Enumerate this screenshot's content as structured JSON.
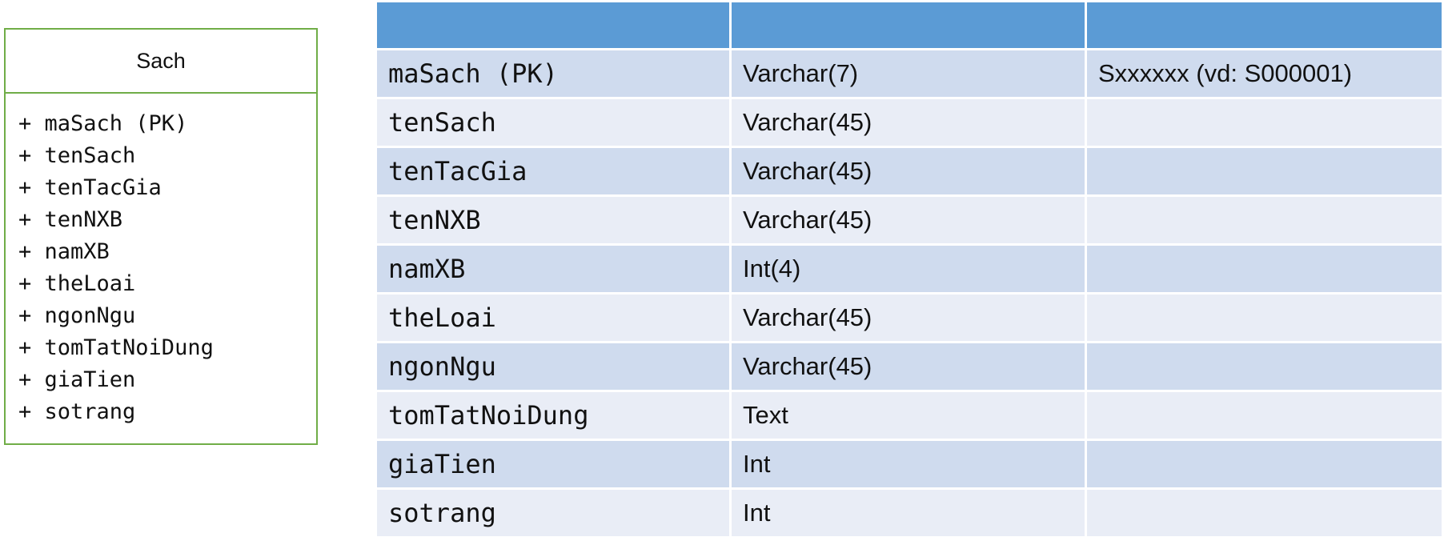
{
  "class_box": {
    "title": "Sach",
    "attributes": [
      "+ maSach (PK)",
      "+ tenSach",
      "+ tenTacGia",
      "+ tenNXB",
      "+ namXB",
      "+ theLoai",
      "+ ngonNgu",
      "+ tomTatNoiDung",
      "+ giaTien",
      "+ sotrang"
    ]
  },
  "table": {
    "headers": [
      "",
      "",
      ""
    ],
    "rows": [
      {
        "field": "maSach (PK)",
        "type": "Varchar(7)",
        "note": "Sxxxxxx (vd: S000001)"
      },
      {
        "field": "tenSach",
        "type": "Varchar(45)",
        "note": ""
      },
      {
        "field": "tenTacGia",
        "type": "Varchar(45)",
        "note": ""
      },
      {
        "field": "tenNXB",
        "type": "Varchar(45)",
        "note": ""
      },
      {
        "field": "namXB",
        "type": "Int(4)",
        "note": ""
      },
      {
        "field": "theLoai",
        "type": "Varchar(45)",
        "note": ""
      },
      {
        "field": "ngonNgu",
        "type": "Varchar(45)",
        "note": ""
      },
      {
        "field": "tomTatNoiDung",
        "type": "Text",
        "note": ""
      },
      {
        "field": "giaTien",
        "type": "Int",
        "note": ""
      },
      {
        "field": "sotrang",
        "type": "Int",
        "note": ""
      }
    ]
  },
  "colors": {
    "uml_border": "#70ad47",
    "header_fill": "#5b9bd5",
    "row_odd": "#cfdbee",
    "row_even": "#e9edf6"
  }
}
